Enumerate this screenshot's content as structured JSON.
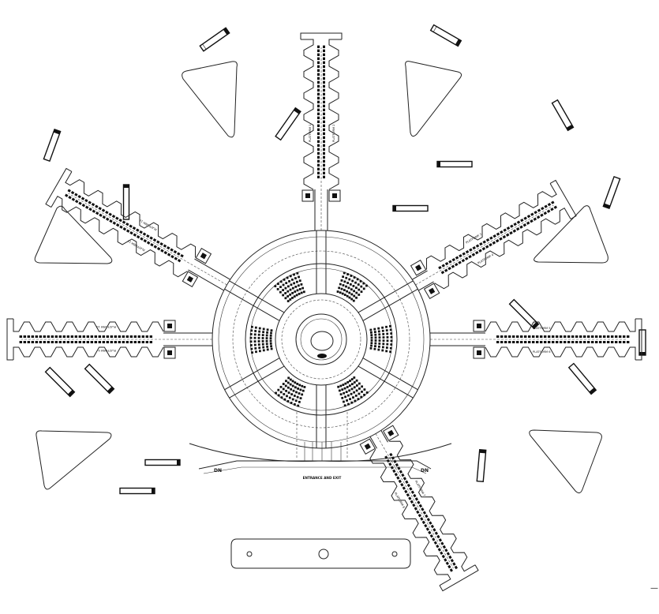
{
  "plan": {
    "platforms": [
      {
        "id": 1,
        "label": "PLATFORM 1",
        "angle": -90
      },
      {
        "id": 2,
        "label": "PLATFORM 2",
        "angle": -90
      },
      {
        "id": 3,
        "label": "PLATFORM 3",
        "angle": -30
      },
      {
        "id": 4,
        "label": "PLATFORM 4",
        "angle": -30
      },
      {
        "id": 5,
        "label": "PLATFORM 5",
        "angle": 0
      },
      {
        "id": 6,
        "label": "PLATFORM 6",
        "angle": 0
      },
      {
        "id": 7,
        "label": "PLATFORM 7",
        "angle": 60
      },
      {
        "id": 8,
        "label": "PLATFORM 8",
        "angle": 60
      },
      {
        "id": 9,
        "label": "PLATFORM 9",
        "angle": 180
      },
      {
        "id": 10,
        "label": "PLATFORM 10",
        "angle": 180
      },
      {
        "id": 11,
        "label": "PLATFORM 11",
        "angle": -150
      },
      {
        "id": 12,
        "label": "PLATFORM 12",
        "angle": -150
      }
    ],
    "entrance_label": "ENTRANCE AND EXIT",
    "stair_labels": [
      "DN",
      "DN"
    ],
    "scale_mark": "—"
  }
}
